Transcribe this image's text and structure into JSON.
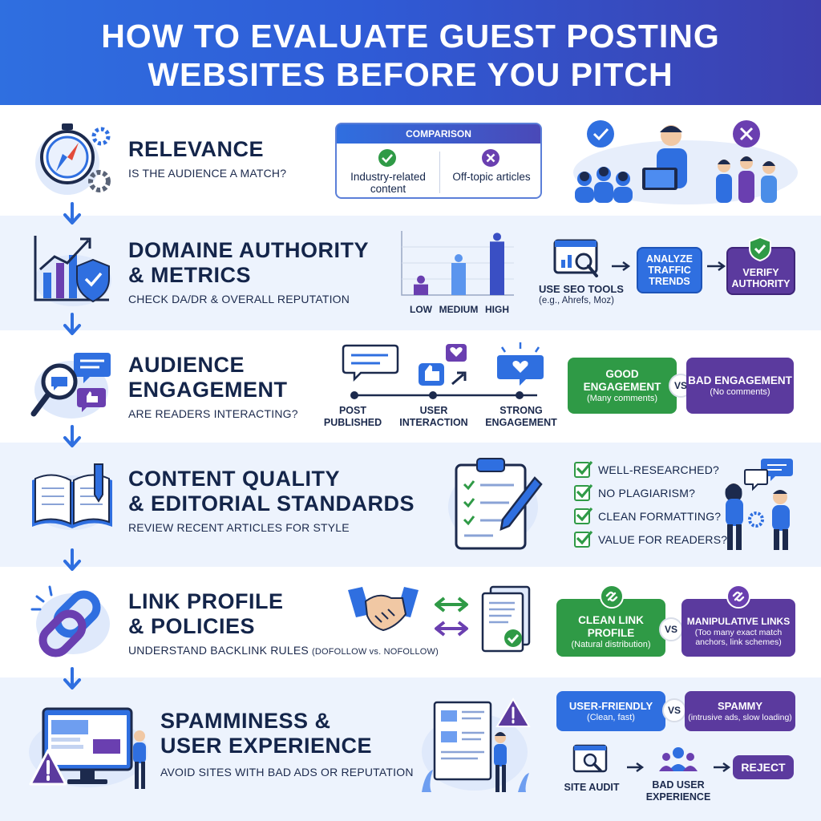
{
  "header": {
    "line1": "HOW TO EVALUATE GUEST POSTING",
    "line2": "WEBSITES BEFORE YOU PITCH"
  },
  "colors": {
    "blue": "#2f6fe0",
    "navy": "#14254a",
    "green": "#2f9a46",
    "purple": "#5b3a9e"
  },
  "relevance": {
    "title": "RELEVANCE",
    "subtitle": "IS THE AUDIENCE A MATCH?",
    "comparison": {
      "heading": "COMPARISON",
      "left": "Industry-related content",
      "right": "Off-topic articles"
    }
  },
  "authority": {
    "title1": "DOMAINE AUTHORITY",
    "title2": "& METRICS",
    "subtitle": "CHECK DA/DR & OVERALL REPUTATION",
    "chart_data": {
      "type": "bar",
      "categories": [
        "LOW",
        "MEDIUM",
        "HIGH"
      ],
      "values": [
        1,
        3,
        5
      ],
      "ylim": [
        0,
        6
      ],
      "title": "",
      "xlabel": "",
      "ylabel": ""
    },
    "flow": {
      "tools": "USE SEO TOOLS",
      "tools_sub": "(e.g., Ahrefs, Moz)",
      "analyze": "ANALYZE TRAFFIC TRENDS",
      "verify": "VERIFY AUTHORITY"
    }
  },
  "engagement": {
    "title1": "AUDIENCE",
    "title2": "ENGAGEMENT",
    "subtitle": "ARE READERS INTERACTING?",
    "timeline": [
      "POST PUBLISHED",
      "USER INTERACTION",
      "STRONG ENGAGEMENT"
    ],
    "good": {
      "label": "GOOD ENGAGEMENT",
      "sub": "(Many comments)"
    },
    "vs": "VS",
    "bad": {
      "label": "BAD ENGAGEMENT",
      "sub": "(No comments)"
    }
  },
  "quality": {
    "title1": "CONTENT QUALITY",
    "title2": "& EDITORIAL STANDARDS",
    "subtitle": "REVIEW RECENT ARTICLES FOR STYLE",
    "checklist": [
      "WELL-RESEARCHED?",
      "NO PLAGIARISM?",
      "CLEAN FORMATTING?",
      "VALUE FOR READERS?"
    ]
  },
  "links": {
    "title1": "LINK PROFILE",
    "title2": "& POLICIES",
    "subtitle_main": "UNDERSTAND BACKLINK RULES",
    "subtitle_note": "(DOFOLLOW vs. NOFOLLOW)",
    "clean": {
      "label": "CLEAN LINK PROFILE",
      "sub": "(Natural distribution)"
    },
    "vs": "VS",
    "manipulative": {
      "label": "MANIPULATIVE LINKS",
      "sub": "(Too many exact match anchors, link schemes)"
    }
  },
  "spam": {
    "title1": "SPAMMINESS &",
    "title2": "USER EXPERIENCE",
    "subtitle": "AVOID SITES WITH BAD ADS OR REPUTATION",
    "friendly": {
      "label": "USER-FRIENDLY",
      "sub": "(Clean, fast)"
    },
    "vs": "VS",
    "spammy": {
      "label": "SPAMMY",
      "sub": "(intrusive ads, slow loading)"
    },
    "flow": {
      "audit": "SITE AUDIT",
      "bad": "BAD USER EXPERIENCE",
      "reject": "REJECT"
    }
  }
}
